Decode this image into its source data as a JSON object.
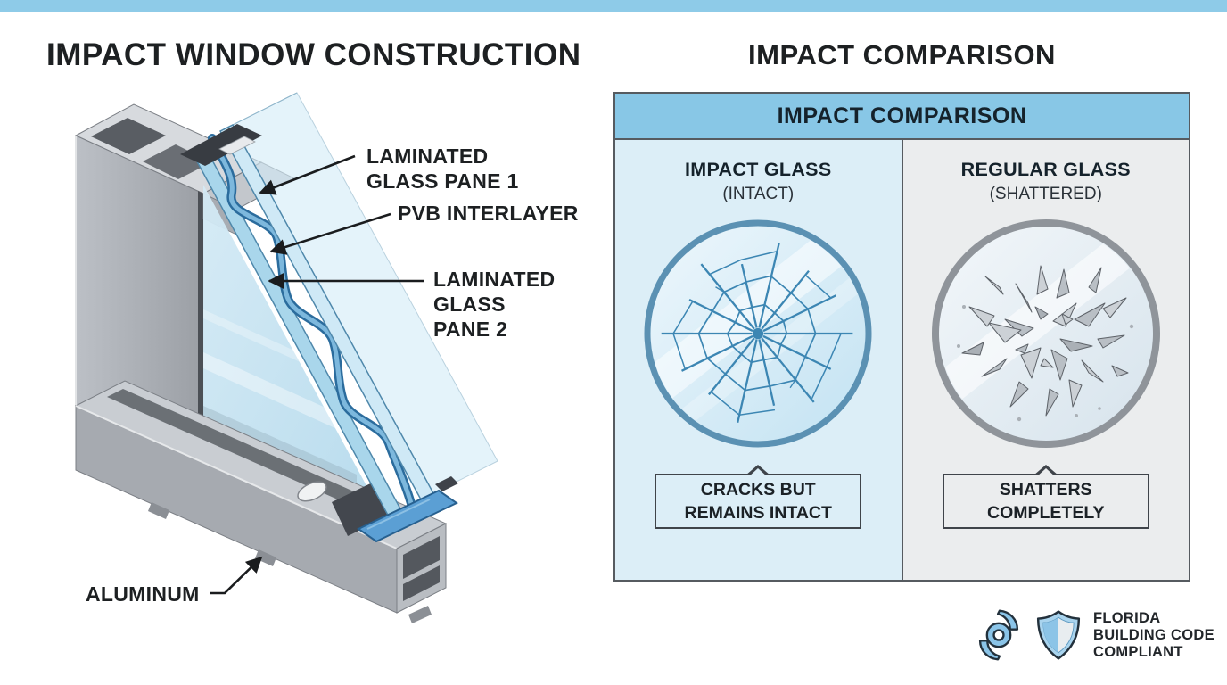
{
  "page": {
    "top_bar_color": "#8ecbe8",
    "background": "#ffffff"
  },
  "construction": {
    "title": "IMPACT WINDOW CONSTRUCTION",
    "labels": {
      "pane1": [
        "LAMINATED",
        "GLASS PANE 1"
      ],
      "pvb": "PVB INTERLAYER",
      "pane2": [
        "LAMINATED",
        "GLASS",
        "PANE 2"
      ],
      "aluminum": "ALUMINUM"
    }
  },
  "comparison": {
    "title": "IMPACT COMPARISON",
    "panel_header": "IMPACT COMPARISON",
    "header_background": "#88c7e6",
    "columns": [
      {
        "name": "IMPACT GLASS",
        "state": "(INTACT)",
        "caption": [
          "CRACKS BUT",
          "REMAINS INTACT"
        ],
        "background": "#dceef7",
        "ring_color": "#5b91b3",
        "crack_color": "#3c86b3"
      },
      {
        "name": "REGULAR GLASS",
        "state": "(SHATTERED)",
        "caption": [
          "SHATTERS",
          "COMPLETELY"
        ],
        "background": "#ebedee",
        "ring_color": "#8f949a",
        "shard_color": "#b9bfc5"
      }
    ]
  },
  "badge": {
    "lines": [
      "FLORIDA",
      "BUILDING CODE",
      "COMPLIANT"
    ]
  },
  "colors": {
    "pvb_blue": "#5b9fd4",
    "glass_blue": "#a9d6eb",
    "aluminum_gray": "#a6aab0"
  }
}
